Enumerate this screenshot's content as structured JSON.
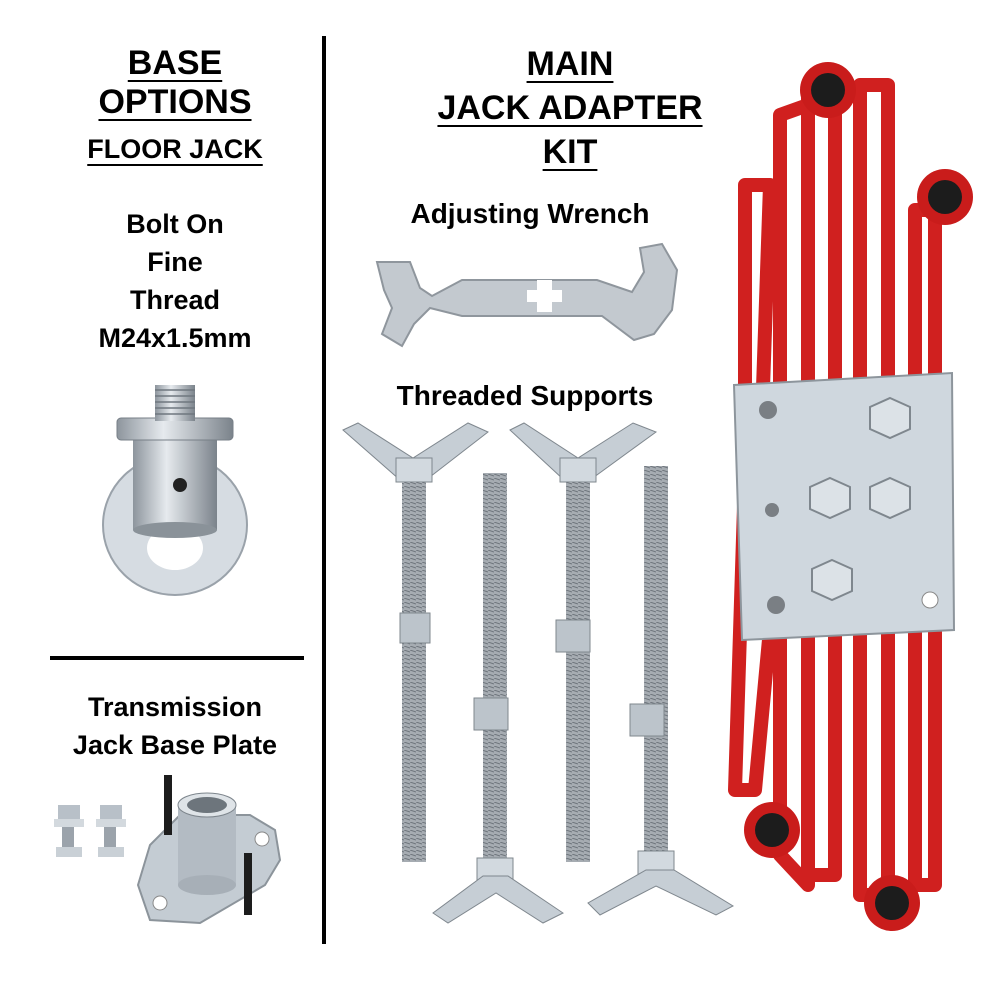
{
  "left": {
    "heading_line1": "BASE",
    "heading_line2": "OPTIONS",
    "heading_line3": "FLOOR JACK",
    "desc_line1": "Bolt On",
    "desc_line2": "Fine",
    "desc_line3": "Thread",
    "desc_line4": "M24x1.5mm",
    "bottom_line1": "Transmission",
    "bottom_line2": "Jack Base Plate"
  },
  "main": {
    "heading_line1": "MAIN",
    "heading_line2": "JACK ADAPTER",
    "heading_line3": "KIT",
    "wrench_label": "Adjusting Wrench",
    "supports_label": "Threaded Supports"
  },
  "colors": {
    "frame_red": "#d0201f",
    "steel": "#b9bfc6",
    "zinc": "#c9d3dc"
  }
}
